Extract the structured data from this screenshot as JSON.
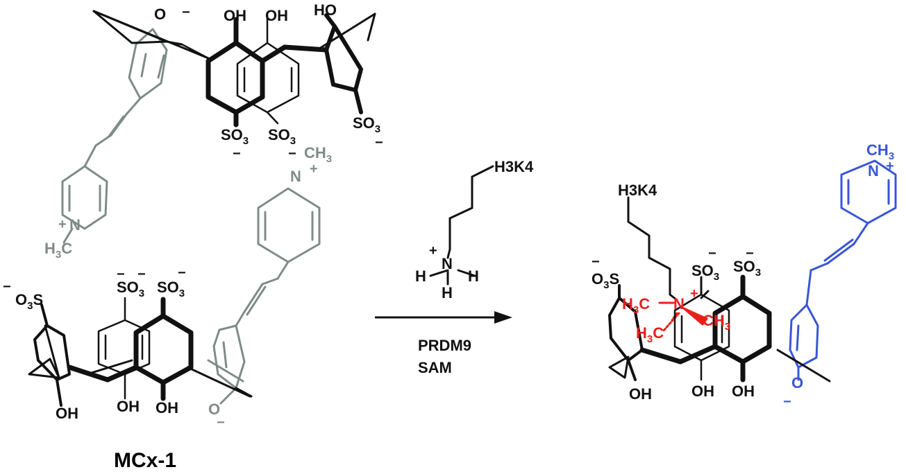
{
  "labels": {
    "compound": "MCx-1",
    "substrate_top": "H3K4",
    "substrate_bottom": "H3K4",
    "enzyme": "PRDM9",
    "cofactor": "SAM"
  },
  "atoms": {
    "oh": "OH",
    "ho": "HO",
    "o_minus": "O",
    "so3": "SO",
    "sub3": "3",
    "o3s": "O",
    "o3s_s": "S",
    "n": "N",
    "h": "H",
    "ch": "CH",
    "h3c_h": "H",
    "h3c_c": "C",
    "plus": "+",
    "minus": "−"
  },
  "colors": {
    "bond_black": "#111111",
    "bond_gray": "#7f8c86",
    "methyl_red": "#e8201c",
    "dye_blue": "#3a55d6"
  }
}
